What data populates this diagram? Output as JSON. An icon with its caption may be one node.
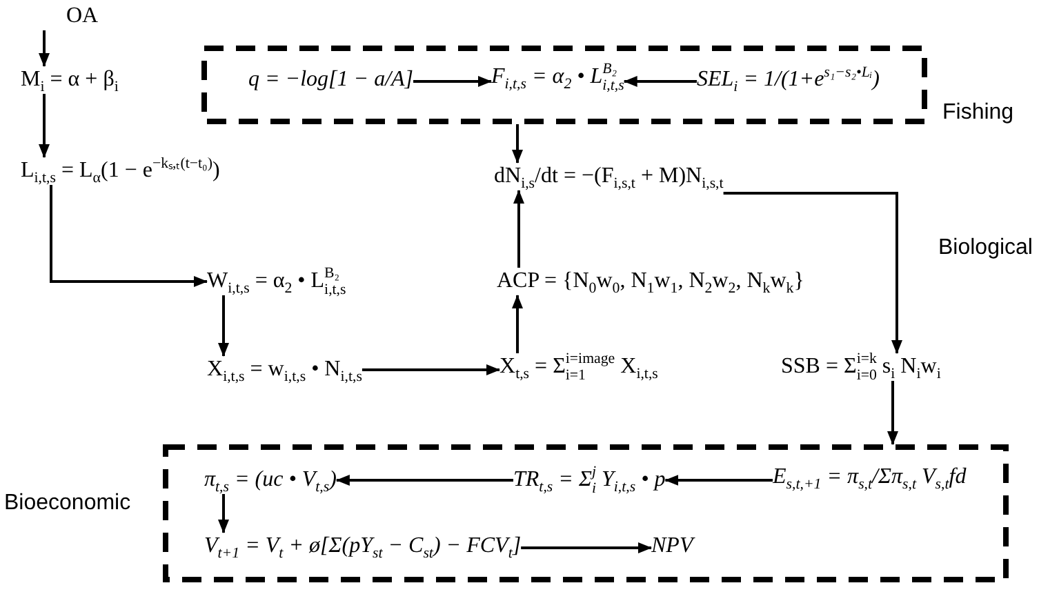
{
  "diagram": {
    "nodes": [
      {
        "text": [
          "OA"
        ]
      },
      {
        "text": [
          "M$_{i}$ = α + β$_{i}$"
        ]
      },
      {
        "text": [
          "Fishing"
        ]
      },
      {
        "text": [
          "q = −log[1 − a/A]"
        ],
        "in": 2
      },
      {
        "text": [
          "F$_{i,t,s}$ = α$_{2}$ • L$^{B₂}$$_{i,t,s}$"
        ],
        "in": 2
      },
      {
        "text": [
          "SEL$_{i}$ = 1/(1+e$^{s₁−s₂•Lᵢ}$)"
        ],
        "in": 2
      },
      {
        "text": [
          "L$_{i,t,s}$ = L$_{α}$(1 − e$^{−kₛ,ₜ(t−t₀)}$)"
        ]
      },
      {
        "text": [
          "dN$_{i,s}$/dt = −(F$_{i,s,t}$ + M)N$_{i,s,t}$"
        ]
      },
      {
        "text": [
          "W$_{i,t,s}$ = α$_{2}$ • L$^{B₂}$$_{i,t,s}$"
        ]
      },
      {
        "text": [
          "ACP = {N$_{0}$w$_{0}$, N$_{1}$w$_{1}$, N$_{2}$w$_{2}$, N$_{k}$w$_{k}$}"
        ]
      },
      {
        "text": [
          "X$_{i,t,s}$ = w$_{i,t,s}$ • N$_{i,t,s}$"
        ]
      },
      {
        "text": [
          "X$_{t,s}$ = Σ$_{i=1}$$^{i=image}$ X$_{i,t,s}$"
        ]
      },
      {
        "text": [
          "SSB = Σ$_{i=0}$$^{i=k}$ s$_{i}$ N$_{i}$w$_{i}$"
        ]
      },
      {
        "text": [
          "Bioeconomic"
        ]
      },
      {
        "text": [
          "π$_{t,s}$ = (uc • V$_{t,s}$)"
        ],
        "in": 13
      },
      {
        "text": [
          "TR$_{t,s}$ = Σ$_{i}$$^{j}$ Y$_{i,t,s}$ • p"
        ],
        "in": 13
      },
      {
        "text": [
          "E$_{s,t,+1}$ = π$_{s,t}$/Σπ$_{s,t}$ V$_{s,t}$fd"
        ],
        "in": 13
      },
      {
        "text": [
          "V$_{t+1}$ = V$_{t}$ + ø[Σ(pY$_{st}$ − C$_{st}$) − FCV$_{t}$]"
        ],
        "in": 13
      },
      {
        "text": [
          "NPV"
        ],
        "in": 13
      }
    ],
    "edges": [
      {
        "from": 0,
        "to": 1,
        "arrow": "to"
      },
      {
        "from": 1,
        "to": 6,
        "arrow": "to"
      },
      {
        "from": 3,
        "to": 4,
        "arrow": "to"
      },
      {
        "from": 5,
        "to": 4,
        "arrow": "to"
      },
      {
        "from": 2,
        "to": 7,
        "arrow": "to"
      },
      {
        "from": 6,
        "to": 8,
        "arrow": "to"
      },
      {
        "from": 8,
        "to": 10,
        "arrow": "to"
      },
      {
        "from": 10,
        "to": 11,
        "arrow": "to"
      },
      {
        "from": 11,
        "to": 9,
        "arrow": "to"
      },
      {
        "from": 9,
        "to": 7,
        "arrow": "to"
      },
      {
        "from": 7,
        "to": 12,
        "arrow": "to"
      },
      {
        "from": 12,
        "to": 13,
        "arrow": "to"
      },
      {
        "from": 16,
        "to": 15,
        "arrow": "to"
      },
      {
        "from": 15,
        "to": 14,
        "arrow": "to"
      },
      {
        "from": 14,
        "to": 17,
        "arrow": "to"
      },
      {
        "from": 17,
        "to": 18,
        "arrow": "to"
      }
    ],
    "labels": [
      "Biological"
    ]
  }
}
